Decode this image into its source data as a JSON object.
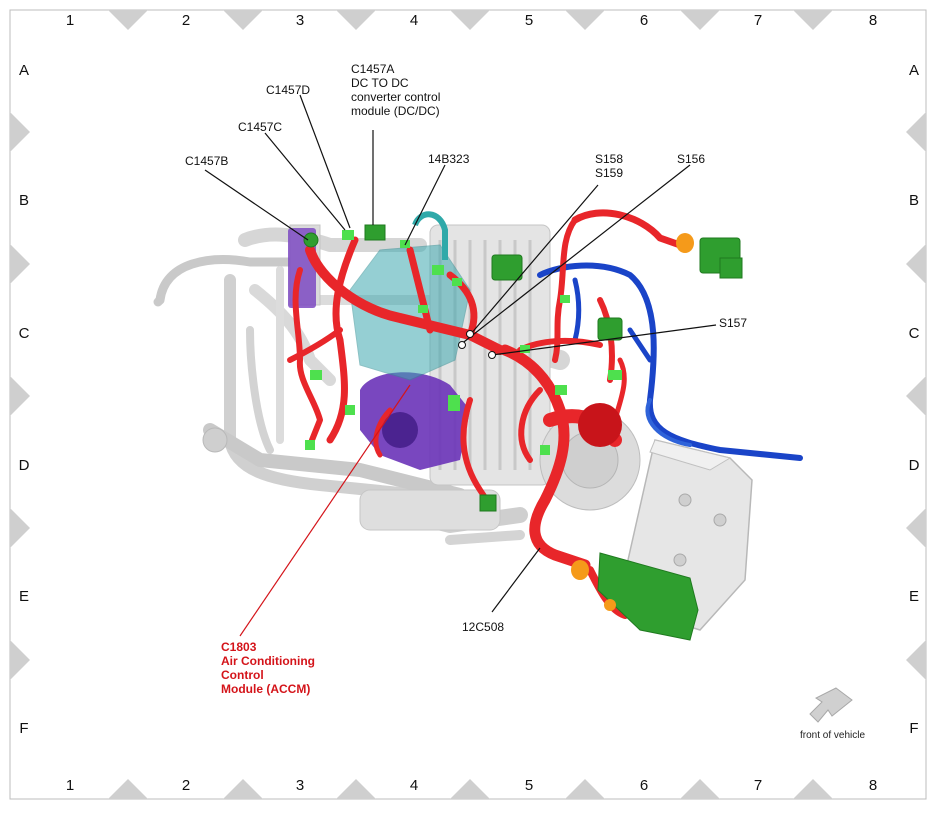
{
  "grid": {
    "columns": [
      "1",
      "2",
      "3",
      "4",
      "5",
      "6",
      "7",
      "8"
    ],
    "rows": [
      "A",
      "B",
      "C",
      "D",
      "E",
      "F"
    ]
  },
  "callouts": {
    "c1457a": [
      "C1457A",
      "DC TO DC",
      "converter control",
      "module (DC/DC)"
    ],
    "c1457d": "C1457D",
    "c1457c": "C1457C",
    "c1457b": "C1457B",
    "p14b323": "14B323",
    "s158_s159": [
      "S158",
      "S159"
    ],
    "s156": "S156",
    "s157": "S157",
    "c12c508": "12C508",
    "c1803": [
      "C1803",
      "Air Conditioning",
      "Control",
      "Module (ACCM)"
    ]
  },
  "front_of_vehicle": "front of vehicle",
  "colors": {
    "harness_red": "#e8262a",
    "connector_green": "#2f9e2f",
    "connector_light_green": "#4ee04e",
    "harness_blue": "#1a44c8",
    "module_purple": "#6a33b8",
    "module_teal": "#3fa9b0",
    "connector_orange": "#f59a1a",
    "engine_gray": "#d4d4d4",
    "highlight_text_red": "#d4141a"
  }
}
